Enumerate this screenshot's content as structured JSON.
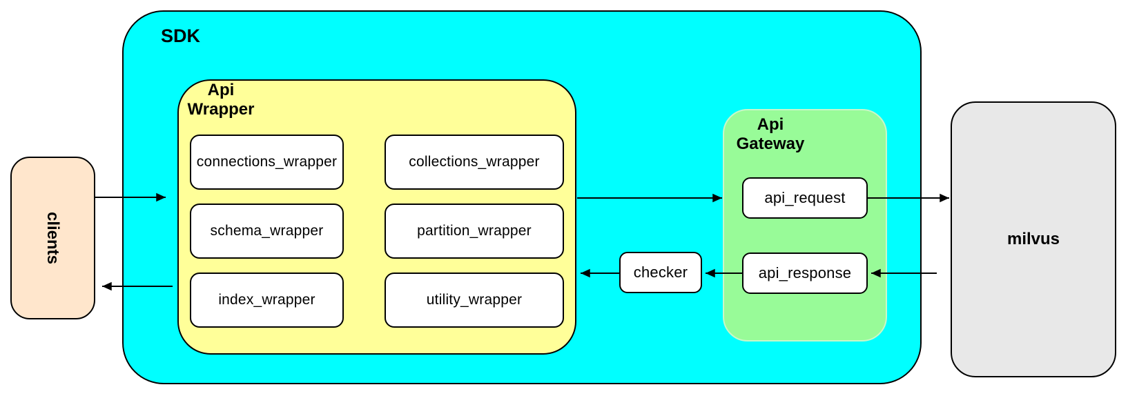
{
  "nodes": {
    "clients": "clients",
    "sdk": "SDK",
    "api_wrapper": "Api Wrapper",
    "wrappers": [
      "connections_wrapper",
      "collections_wrapper",
      "schema_wrapper",
      "partition_wrapper",
      "index_wrapper",
      "utility_wrapper"
    ],
    "checker": "checker",
    "api_gateway": "Api Gateway",
    "gateway_items": [
      "api_request",
      "api_response"
    ],
    "milvus": "milvus"
  },
  "edges": [
    {
      "from": "clients",
      "to": "api_wrapper",
      "direction": "right"
    },
    {
      "from": "api_wrapper",
      "to": "api_request",
      "direction": "right"
    },
    {
      "from": "api_request",
      "to": "milvus",
      "direction": "right"
    },
    {
      "from": "milvus",
      "to": "api_response",
      "direction": "left"
    },
    {
      "from": "api_response",
      "to": "checker",
      "direction": "left"
    },
    {
      "from": "checker",
      "to": "api_wrapper",
      "direction": "left"
    },
    {
      "from": "api_wrapper",
      "to": "clients",
      "direction": "left"
    }
  ],
  "colors": {
    "sdk_fill": "#00ffff",
    "api_wrapper_fill": "#ffff99",
    "api_gateway_fill": "#98fb98",
    "clients_fill": "#ffe6cc",
    "milvus_fill": "#e8e8e8",
    "node_fill": "#ffffff",
    "line": "#000000"
  }
}
